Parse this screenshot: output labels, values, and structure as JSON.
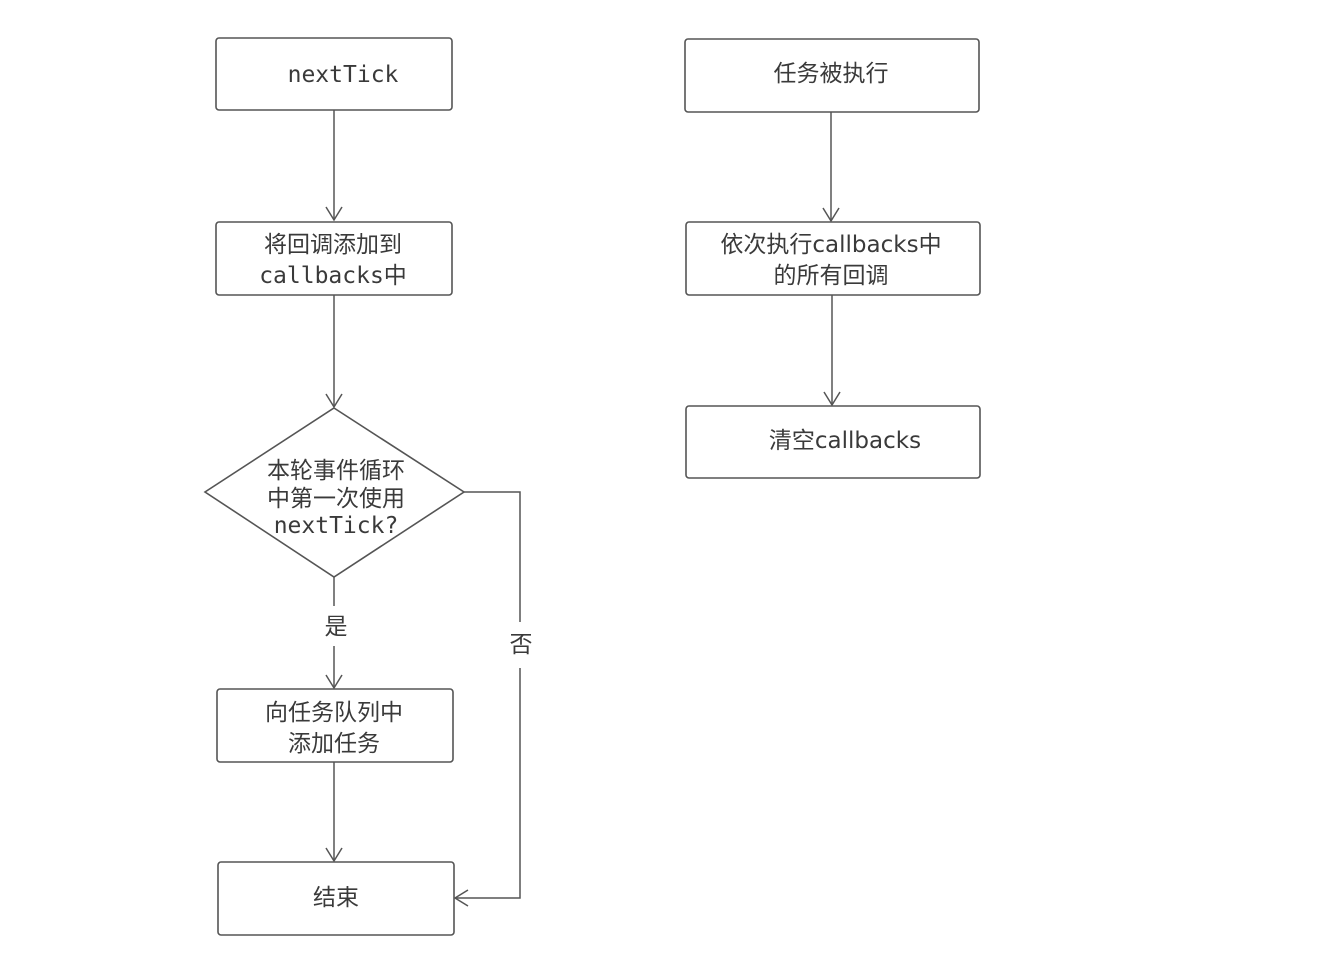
{
  "nodes": {
    "next_tick": {
      "lines": [
        "nextTick"
      ]
    },
    "add_callback": {
      "lines": [
        "将回调添加到",
        "callbacks中"
      ]
    },
    "first_use_check": {
      "lines": [
        "本轮事件循环",
        "中第一次使用",
        "nextTick?"
      ]
    },
    "add_task": {
      "lines": [
        "向任务队列中",
        "添加任务"
      ]
    },
    "end": {
      "lines": [
        "结束"
      ]
    },
    "task_executed": {
      "lines": [
        "任务被执行"
      ]
    },
    "run_callbacks": {
      "lines": [
        "依次执行callbacks中",
        "的所有回调"
      ]
    },
    "clear_callbacks": {
      "lines": [
        "清空callbacks"
      ]
    }
  },
  "edges": {
    "yes_label": "是",
    "no_label": "否"
  }
}
